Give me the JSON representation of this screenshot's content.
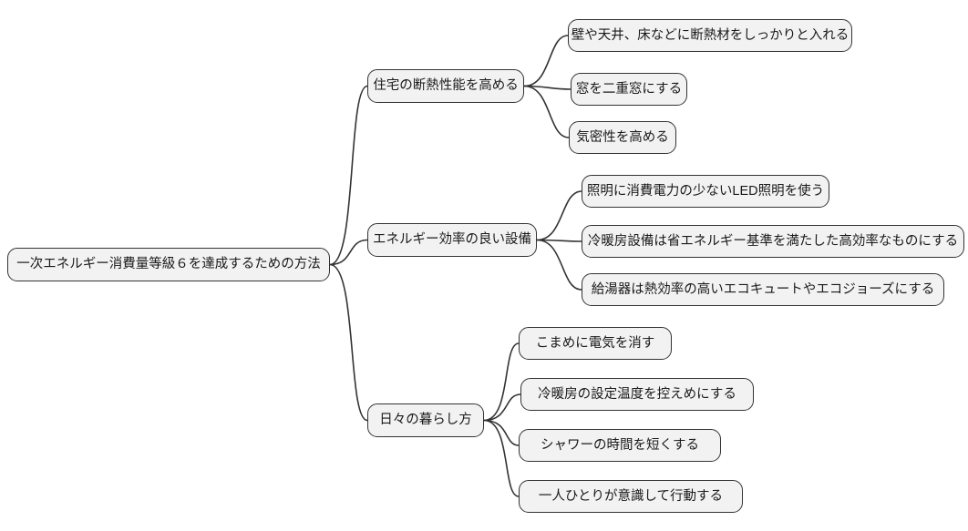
{
  "canvas": {
    "background": "#ffffff",
    "node_fill": "#f2f2f2",
    "node_border": "#333333",
    "text_color": "#1a1a1a"
  },
  "mindmap": {
    "root": {
      "label": "一次エネルギー消費量等級６を達成するための方法"
    },
    "branches": [
      {
        "label": "住宅の断熱性能を高める",
        "children": [
          {
            "label": "壁や天井、床などに断熱材をしっかりと入れる"
          },
          {
            "label": "窓を二重窓にする"
          },
          {
            "label": "気密性を高める"
          }
        ]
      },
      {
        "label": "エネルギー効率の良い設備",
        "children": [
          {
            "label": "照明に消費電力の少ないLED照明を使う"
          },
          {
            "label": "冷暖房設備は省エネルギー基準を満たした高効率なものにする"
          },
          {
            "label": "給湯器は熱効率の高いエコキュートやエコジョーズにする"
          }
        ]
      },
      {
        "label": "日々の暮らし方",
        "children": [
          {
            "label": "こまめに電気を消す"
          },
          {
            "label": "冷暖房の設定温度を控えめにする"
          },
          {
            "label": "シャワーの時間を短くする"
          },
          {
            "label": "一人ひとりが意識して行動する"
          }
        ]
      }
    ]
  }
}
